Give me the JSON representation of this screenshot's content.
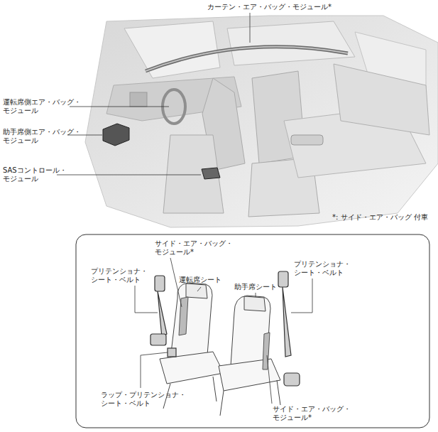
{
  "diagram": {
    "labels": [
      "カーテン・エア・バッグ・モジュール*",
      "運転席側エア・バッグ・ モジュール",
      "助手席側エア・バッグ・ モジュール",
      "SASコントロール・ モジュール",
      "*: サイド・エア・バッグ 付車",
      "サイド・エア・バッグ・ モジュール*",
      "プリテンショナ・ シート・ベルト",
      "運転席シート",
      "助手席シート",
      "プリテンショナ・ シート・ベルト",
      "ラップ・プリテンショナ・ シート・ベルト",
      "サイド・エア・バッグ・ モジュール*"
    ]
  }
}
